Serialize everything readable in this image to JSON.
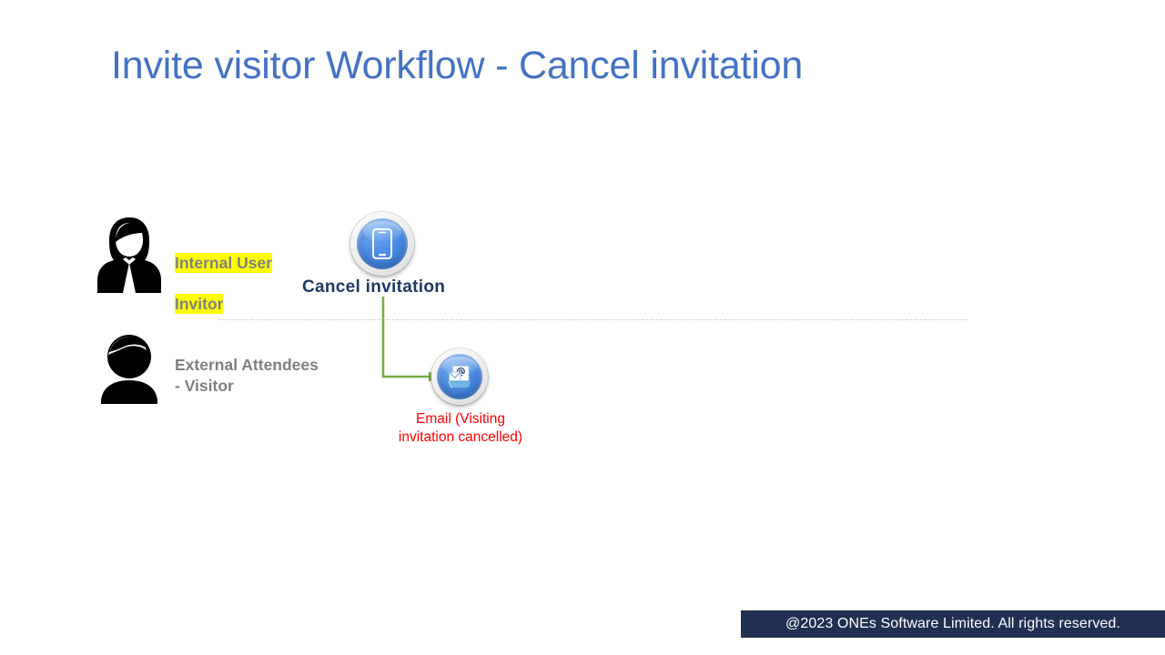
{
  "slide": {
    "title": "Invite visitor Workflow - Cancel invitation",
    "title_color": "#4472c4",
    "background": "#ffffff"
  },
  "lanes": {
    "internal": {
      "actor_icon": "businesswoman-silhouette-icon",
      "label_line1": "Internal User",
      "label_line2": "Invitor",
      "label_color": "#808080",
      "highlight_color": "#ffff00"
    },
    "external": {
      "actor_icon": "person-silhouette-icon",
      "label": "External Attendees\n-  Visitor",
      "label_color": "#808080"
    },
    "divider_color": "#d6d6d6"
  },
  "steps": [
    {
      "id": "cancel-invitation",
      "icon": "mobile-phone-icon",
      "caption": "Cancel invitation",
      "caption_color": "#1f3864",
      "button_color": "#4f8fe8"
    },
    {
      "id": "email-notification",
      "icon": "email-at-icon",
      "caption": "Email (Visiting\ninvitation cancelled)",
      "caption_color": "#fe0000",
      "button_color": "#4f8fe8"
    }
  ],
  "connector": {
    "from": "cancel-invitation",
    "to": "email-notification",
    "color": "#70ad47",
    "style": "elbow-arrow"
  },
  "footer": {
    "text": "@2023 ONEs Software Limited. All rights reserved.",
    "background": "#1f3050",
    "text_color": "#ffffff"
  }
}
